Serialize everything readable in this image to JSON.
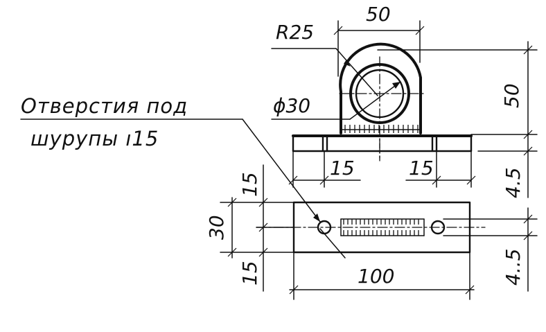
{
  "labels": {
    "radius": "R25",
    "top_width": "50",
    "hole_diameter": "ϕ30",
    "height_right": "50",
    "note_line1": "Отверстия под",
    "note_line2": "шурупы ı15",
    "plate_left": "15",
    "plate_right": "15",
    "plate_thickness": "4.5",
    "left_top": "15",
    "left_mid": "30",
    "left_bottom": "15",
    "bottom_width": "100",
    "right_lower": "4..5"
  }
}
